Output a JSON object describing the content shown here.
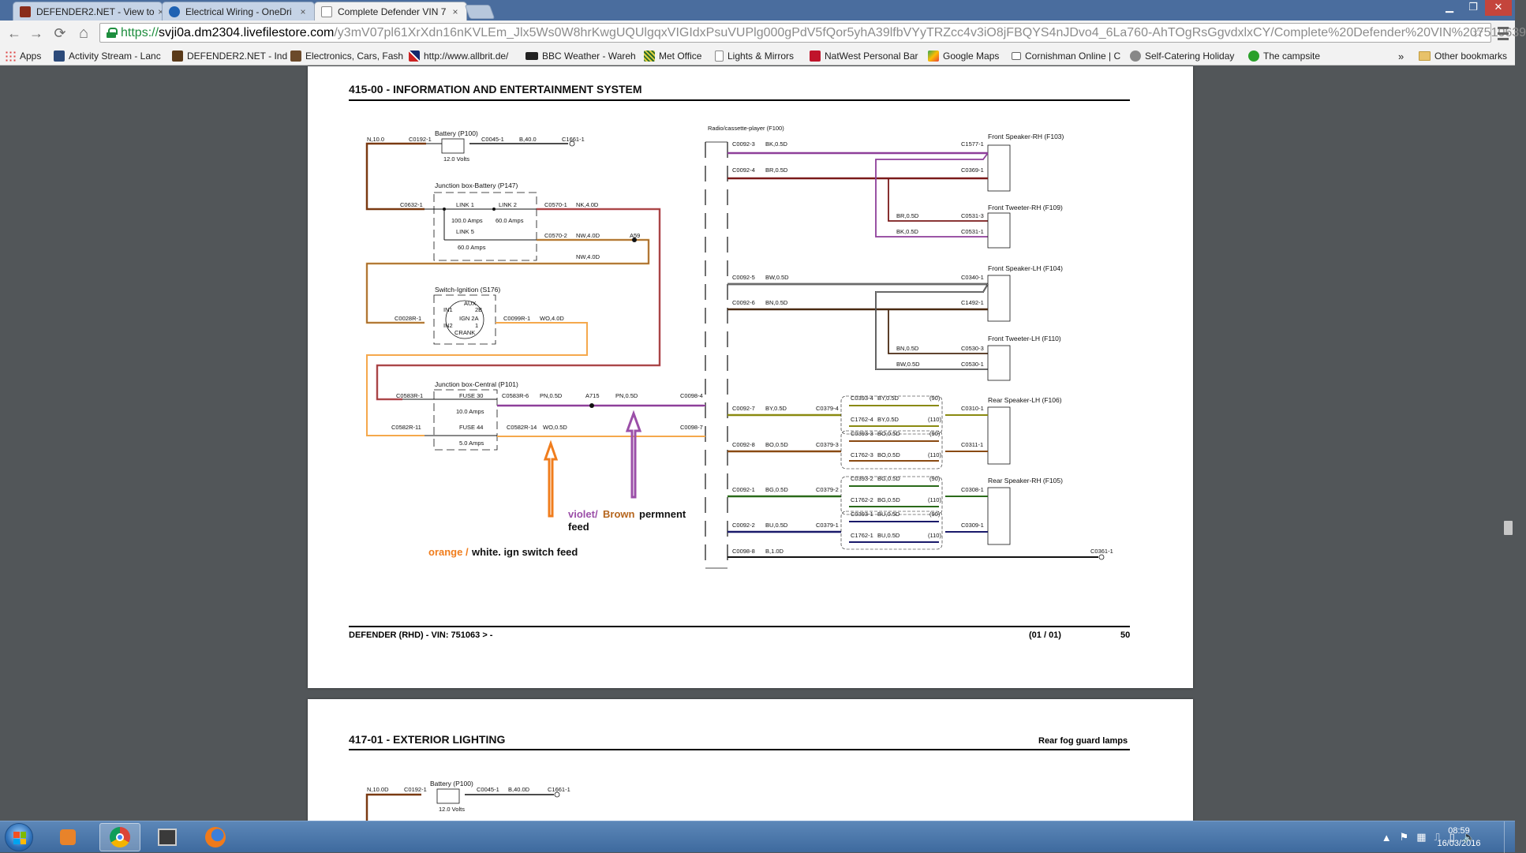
{
  "browser": {
    "tabs": [
      {
        "title": "DEFENDER2.NET - View to",
        "icon_color": "#8a2d1b",
        "active": false
      },
      {
        "title": "Electrical Wiring - OneDri",
        "icon_color": "#1f62b3",
        "active": false
      },
      {
        "title": "Complete Defender VIN 7",
        "icon_color": "#ffffff",
        "active": true
      }
    ],
    "close_glyph": "×",
    "window_controls": [
      "▁",
      "❐",
      "✕"
    ],
    "nav": {
      "back": "←",
      "forward": "→",
      "reload": "⟳",
      "home": "⌂"
    },
    "url": {
      "scheme": "https://",
      "host": "svji0a.dm2304.livefilestore.com",
      "path": "/y3mV07pl61XrXdn16nKVLEm_Jlx5Ws0W8hrKwgUQUlgqxVIGIdxPsuVUPlg000gPdV5fQor5yhA39lfbVYyTRZcc4v3iO8jFBQYS4nJDvo4_6La760-AhTOgRsGgvdxlxCY/Complete%20Defender%20VIN%207510639"
    },
    "bookmarks": [
      {
        "label": "Apps",
        "icon": "apps-grid-icon"
      },
      {
        "label": "Activity Stream - Lanc",
        "icon": "site-icon"
      },
      {
        "label": "DEFENDER2.NET - Ind",
        "icon": "site-icon"
      },
      {
        "label": "Electronics, Cars, Fash",
        "icon": "site-icon"
      },
      {
        "label": "http://www.allbrit.de/",
        "icon": "flag-icon"
      },
      {
        "label": "BBC Weather - Wareh",
        "icon": "bbc-icon"
      },
      {
        "label": "Met Office",
        "icon": "site-icon"
      },
      {
        "label": "Lights & Mirrors",
        "icon": "page-icon"
      },
      {
        "label": "NatWest Personal Bar",
        "icon": "site-icon"
      },
      {
        "label": "Google Maps",
        "icon": "maps-icon"
      },
      {
        "label": "Cornishman Online | C",
        "icon": "site-icon"
      },
      {
        "label": "Self-Catering Holiday",
        "icon": "site-icon"
      },
      {
        "label": "The campsite",
        "icon": "site-icon"
      }
    ],
    "bookmarks_overflow": "»",
    "other_bookmarks": "Other bookmarks"
  },
  "page1": {
    "section_title": "415-00 - INFORMATION AND ENTERTAINMENT SYSTEM",
    "footer_left": "DEFENDER  (RHD) - VIN: 751063 > -",
    "footer_page": "(01 / 01)",
    "footer_number": "50",
    "components": {
      "battery": "Battery (P100)",
      "battery_volts": "12.0 Volts",
      "jb_battery": "Junction box-Battery (P147)",
      "link1": "LINK 1",
      "link1_amps": "100.0 Amps",
      "link2": "LINK 2",
      "link2_amps": "60.0 Amps",
      "link5": "LINK 5",
      "link5_amps": "60.0 Amps",
      "ignition": "Switch-Ignition (S176)",
      "ign_aux": "AUX",
      "ign_2b": "2B",
      "ign_in1": "IN1",
      "ign_2a": "IGN 2A",
      "ign_in2": "IN2",
      "ign_1": "1",
      "ign_crank": "CRANK",
      "jb_central": "Junction box-Central (P101)",
      "fuse30": "FUSE 30",
      "fuse30_amps": "10.0 Amps",
      "fuse44": "FUSE 44",
      "fuse44_amps": "5.0 Amps",
      "radio": "Radio/cassette-player (F100)",
      "spk_f103": "Front Speaker-RH (F103)",
      "tw_f109": "Front Tweeter-RH (F109)",
      "spk_f104": "Front Speaker-LH (F104)",
      "tw_f110": "Front Tweeter-LH (F110)",
      "spk_f106": "Rear Speaker-LH (F106)",
      "spk_f105": "Rear Speaker-RH (F105)"
    },
    "wire_labels": {
      "n100": "N,10.0",
      "c0192": "C0192-1",
      "c0045": "C0045-1",
      "b40": "B,40.0",
      "c1661": "C1661-1",
      "c0632": "C0632-1",
      "c0570_1": "C0570-1",
      "nk40": "NK,4.0D",
      "c0570_2": "C0570-2",
      "nw40_a": "NW,4.0D",
      "a59": "A59",
      "nw40_b": "NW,4.0D",
      "c0028r": "C0028R-1",
      "c0099r": "C0099R-1",
      "wo40": "WO,4.0D",
      "c0583r1": "C0583R-1",
      "c0583r6": "C0583R-6",
      "pn05a": "PN,0.5D",
      "a715": "A715",
      "pn05b": "PN,0.5D",
      "c00984": "C0098-4",
      "c0582r11": "C0582R-11",
      "c0582r14": "C0582R-14",
      "wo05": "WO,0.5D",
      "c00987": "C0098-7",
      "c0092_3": "C0092-3",
      "bk05": "BK,0.5D",
      "c1577": "C1577-1",
      "c0092_4": "C0092-4",
      "br05": "BR,0.5D",
      "c0369": "C0369-1",
      "br05_t": "BR,0.5D",
      "c0531_3": "C0531-3",
      "bk05_t": "BK,0.5D",
      "c0531_1": "C0531-1",
      "c0092_5": "C0092-5",
      "bw05": "BW,0.5D",
      "c0340": "C0340-1",
      "c0092_6": "C0092-6",
      "bn05": "BN,0.5D",
      "c1492": "C1492-1",
      "bn05_t": "BN,0.5D",
      "c0530_3": "C0530-3",
      "bw05_t": "BW,0.5D",
      "c0530_1": "C0530-1",
      "c0092_7": "C0092-7",
      "by05": "BY,0.5D",
      "c0379_4": "C0379-4",
      "c0393_4": "C0393-4",
      "by05_b": "BY,0.5D",
      "c1762_4": "C1762-4",
      "by05_c": "BY,0.5D",
      "c0310": "C0310-1",
      "c0092_8": "C0092-8",
      "bo05": "BO,0.5D",
      "c0379_3": "C0379-3",
      "c0393_3": "C0393-3",
      "bo05_b": "BO,0.5D",
      "c1762_3": "C1762-3",
      "bo05_c": "BO,0.5D",
      "c0311": "C0311-1",
      "c0092_1": "C0092-1",
      "bg05": "BG,0.5D",
      "c0379_2": "C0379-2",
      "c0393_2": "C0393-2",
      "bg05_b": "BG,0.5D",
      "c1762_2": "C1762-2",
      "bg05_c": "BG,0.5D",
      "c0308": "C0308-1",
      "c0092_2": "C0092-2",
      "bu05": "BU,0.5D",
      "c0379_1": "C0379-1",
      "c0393_1": "C0393-1",
      "bu05_b": "BU,0.5D",
      "c1762_1": "C1762-1",
      "bu05_c": "BU,0.5D",
      "c0309": "C0309-1",
      "c0098_8": "C0098-8",
      "b10": "B,1.0D",
      "c0361": "C0361-1",
      "p90": "(90)",
      "p110": "(110)"
    },
    "annotations": {
      "violet": "violet/",
      "brown": "Brown",
      "permanent": "permnent",
      "feed": "feed",
      "orange": "orange /",
      "white_ign": "white.  ign switch feed"
    }
  },
  "page2": {
    "section_title": "417-01 - EXTERIOR LIGHTING",
    "subtitle": "Rear fog guard lamps",
    "battery": "Battery (P100)",
    "battery_volts": "12.0 Volts",
    "n100": "N,10.0D",
    "c0192": "C0192-1",
    "c0045": "C0045-1",
    "b40": "B,40.0D",
    "c1661": "C1661-1"
  },
  "taskbar": {
    "time": "08:59",
    "date": "16/03/2016"
  },
  "colors": {
    "chrome_frame": "#4a6d9e",
    "pdf_bg": "#525659",
    "wire_brown": "#7a3a12",
    "wire_violet": "#8e3f9a",
    "wire_orange": "#f5a84c",
    "wire_pink": "#c8506a",
    "arrow_orange": "#f07d1d",
    "arrow_violet": "#9b4fa8",
    "text_violet": "#9b4fa8",
    "text_brown": "#b5651d",
    "text_orange": "#f07d1d"
  }
}
